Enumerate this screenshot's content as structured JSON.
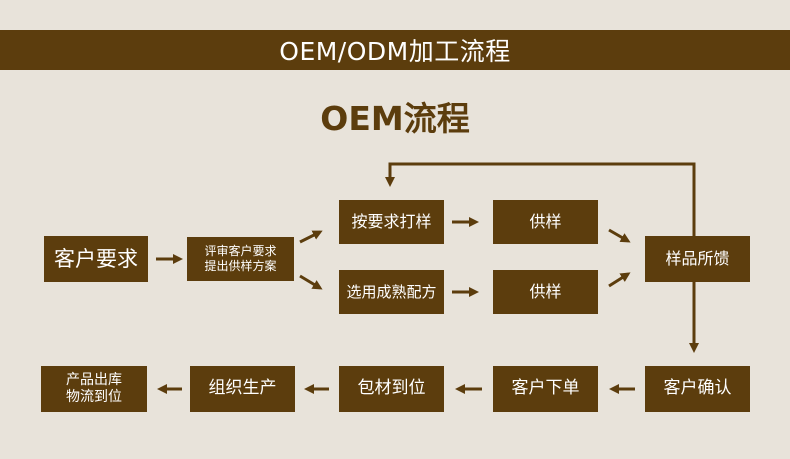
{
  "banner_title": "OEM/ODM加工流程",
  "subtitle": "OEM流程",
  "colors": {
    "background": "#e8e3da",
    "box": "#5c3d0d",
    "text_light": "#ffffff"
  },
  "steps": {
    "customer_requirement": "客户要求",
    "review_line1": "评审客户要求",
    "review_line2": "提出供样方案",
    "sample_by_requirement": "按要求打样",
    "supply_sample_1": "供样",
    "choose_formula": "选用成熟配方",
    "supply_sample_2": "供样",
    "sample_feedback": "样品所馈",
    "customer_confirm": "客户确认",
    "customer_order": "客户下单",
    "packaging_ready": "包材到位",
    "production": "组织生产",
    "warehouse_line1": "产品出库",
    "warehouse_line2": "物流到位"
  }
}
